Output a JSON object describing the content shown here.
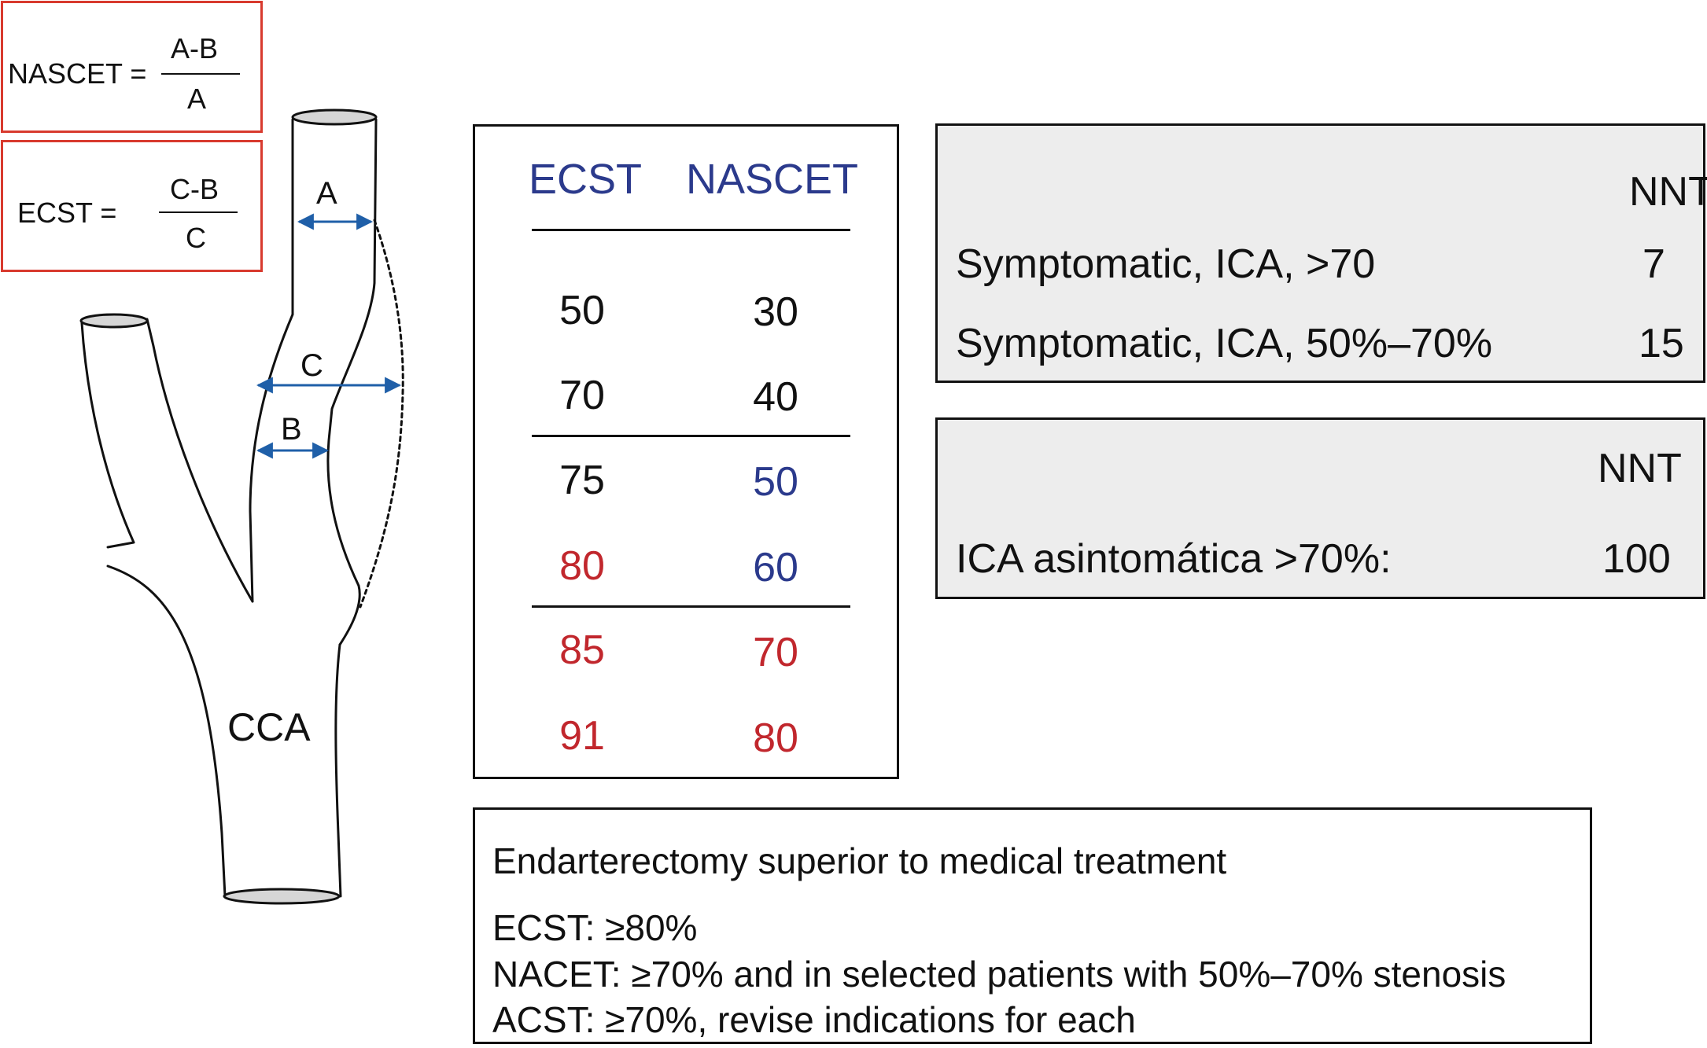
{
  "formulas": {
    "nascet": {
      "lhs": "NASCET =",
      "numerator": "A-B",
      "denominator": "A"
    },
    "ecst": {
      "lhs": "ECST =",
      "numerator": "C-B",
      "denominator": "C"
    }
  },
  "diagram": {
    "labels": {
      "a": "A",
      "b": "B",
      "c": "C",
      "cca": "CCA"
    },
    "arrow_color": "#1f5fa8"
  },
  "correspondence_table": {
    "headers": [
      "ECST",
      "NASCET"
    ],
    "rows": [
      {
        "ecst": "50",
        "nascet": "30",
        "ecst_color": "black",
        "nascet_color": "black"
      },
      {
        "ecst": "70",
        "nascet": "40",
        "ecst_color": "black",
        "nascet_color": "black"
      },
      {
        "ecst": "75",
        "nascet": "50",
        "ecst_color": "black",
        "nascet_color": "blue"
      },
      {
        "ecst": "80",
        "nascet": "60",
        "ecst_color": "red",
        "nascet_color": "blue"
      },
      {
        "ecst": "85",
        "nascet": "70",
        "ecst_color": "red",
        "nascet_color": "red"
      },
      {
        "ecst": "91",
        "nascet": "80",
        "ecst_color": "red",
        "nascet_color": "red"
      }
    ]
  },
  "nnt_symptomatic": {
    "header": "NNT",
    "rows": [
      {
        "label": "Symptomatic, ICA, >70",
        "value": "7"
      },
      {
        "label": "Symptomatic, ICA, 50%–70%",
        "value": "15"
      }
    ]
  },
  "nnt_asymptomatic": {
    "header": "NNT",
    "rows": [
      {
        "label": "ICA asintomática >70%:",
        "value": "100"
      }
    ]
  },
  "recommendation": {
    "title": "Endarterectomy superior to medical treatment",
    "lines": [
      "ECST: ≥80%",
      "NACET: ≥70% and in selected patients with 50%–70% stenosis",
      "ACST: ≥70%, revise indications for each"
    ]
  },
  "colors": {
    "formula_border": "#d83a2e",
    "header_blue": "#2b3a8c",
    "value_red": "#c1272d",
    "nnt_background": "#ededed"
  }
}
